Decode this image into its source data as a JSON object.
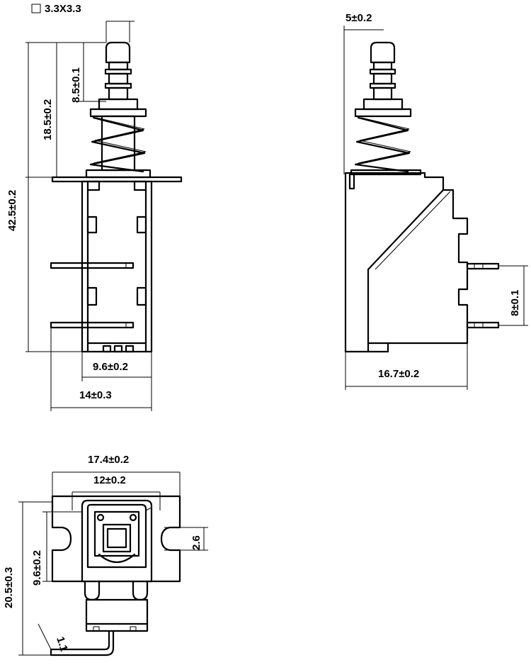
{
  "front_view": {
    "stem_size_label": "3.3X3.3",
    "stem_length": "8.5±0.1",
    "actuator_height": "18.5±0.2",
    "overall_height": "42.5±0.2",
    "body_width": "9.6±0.2",
    "flange_width": "14±0.3"
  },
  "side_view": {
    "stem_offset": "5±0.2",
    "pin_pitch": "8±0.1",
    "body_depth": "16.7±0.2"
  },
  "bottom_view": {
    "overall_width": "17.4±0.2",
    "hole_pitch": "12±0.2",
    "inner_height": "9.6±0.2",
    "overall_height": "20.5±0.3",
    "slot_width": "2.6",
    "terminal_thickness": "1.1"
  }
}
